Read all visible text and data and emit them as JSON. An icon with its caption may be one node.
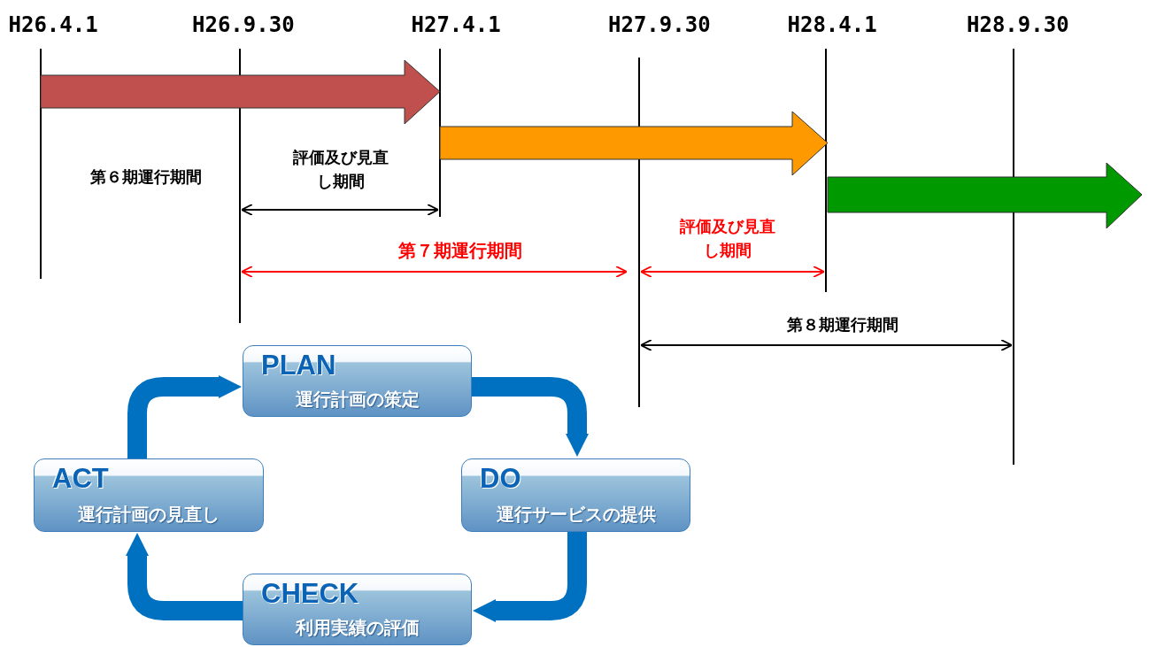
{
  "diagram": {
    "nodes": [
      {
        "text": [
          "PLAN",
          "運行計画の策定"
        ]
      },
      {
        "text": [
          "DO",
          "運行サービスの提供"
        ]
      },
      {
        "text": [
          "CHECK",
          "利用実績の評価"
        ]
      },
      {
        "text": [
          "ACT",
          "運行計画の見直し"
        ]
      }
    ],
    "edges": [
      {
        "from": 0,
        "to": 1,
        "arrow": "to"
      },
      {
        "from": 1,
        "to": 2,
        "arrow": "to"
      },
      {
        "from": 2,
        "to": 3,
        "arrow": "to"
      },
      {
        "from": 3,
        "to": 0,
        "arrow": "to"
      }
    ],
    "labels": [
      "H26.4.1",
      "H26.9.30",
      "H27.4.1",
      "H27.9.30",
      "H28.4.1",
      "H28.9.30",
      "第６期運行期間",
      "評価及び見直し期間",
      "第７期運行期間",
      "評価及び見直し期間",
      "第８期運行期間"
    ]
  }
}
